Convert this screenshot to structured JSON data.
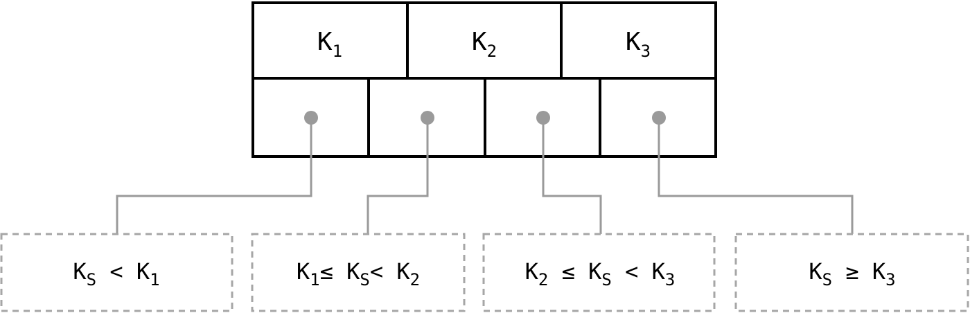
{
  "node": {
    "keys": [
      {
        "base": "K",
        "sub": "1"
      },
      {
        "base": "K",
        "sub": "2"
      },
      {
        "base": "K",
        "sub": "3"
      }
    ],
    "pointer_count": 4,
    "colors": {
      "node_stroke": "#000000",
      "pointer": "#9a9a9a",
      "range_border": "#a6a6a6"
    }
  },
  "ranges": [
    {
      "label": "Ks < K1",
      "parts": [
        {
          "t": "K"
        },
        {
          "t": "S",
          "sub": true
        },
        {
          "t": " < "
        },
        {
          "t": "K"
        },
        {
          "t": "1",
          "sub": true
        }
      ]
    },
    {
      "label": "K1 ≤ Ks < K2",
      "parts": [
        {
          "t": "K"
        },
        {
          "t": "1",
          "sub": true
        },
        {
          "t": "≤ "
        },
        {
          "t": "K"
        },
        {
          "t": "S",
          "sub": true
        },
        {
          "t": "< "
        },
        {
          "t": "K"
        },
        {
          "t": "2",
          "sub": true
        }
      ]
    },
    {
      "label": "K2 ≤ Ks < K3",
      "parts": [
        {
          "t": "K"
        },
        {
          "t": "2",
          "sub": true
        },
        {
          "t": " ≤ "
        },
        {
          "t": "K"
        },
        {
          "t": "S",
          "sub": true
        },
        {
          "t": " < "
        },
        {
          "t": "K"
        },
        {
          "t": "3",
          "sub": true
        }
      ]
    },
    {
      "label": "Ks ≥ K3",
      "parts": [
        {
          "t": "K"
        },
        {
          "t": "S",
          "sub": true
        },
        {
          "t": " ≥ "
        },
        {
          "t": "K"
        },
        {
          "t": "3",
          "sub": true
        }
      ]
    }
  ]
}
